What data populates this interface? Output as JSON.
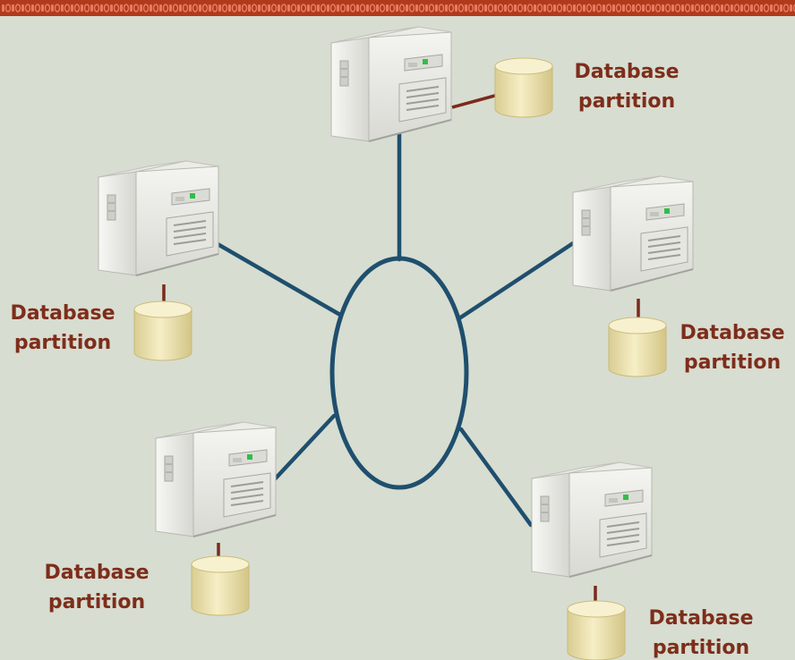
{
  "colors": {
    "background": "#d7ddd0",
    "strip_red": "#b23a1c",
    "strip_pattern": "#e87a5e",
    "network": "#1f4f6e",
    "db_link": "#7a2a1c",
    "label": "#7e2d1b",
    "cylinder": "#f1e6b2",
    "server_body": "#f2f2ee"
  },
  "icons": {
    "hub": "ring-network-icon",
    "server": "server-tower-icon",
    "database": "database-cylinder-icon"
  },
  "nodes": [
    {
      "label_line1": "Database",
      "label_line2": "partition"
    },
    {
      "label_line1": "Database",
      "label_line2": "partition"
    },
    {
      "label_line1": "Database",
      "label_line2": "partition"
    },
    {
      "label_line1": "Database",
      "label_line2": "partition"
    },
    {
      "label_line1": "Database",
      "label_line2": "partition"
    }
  ]
}
